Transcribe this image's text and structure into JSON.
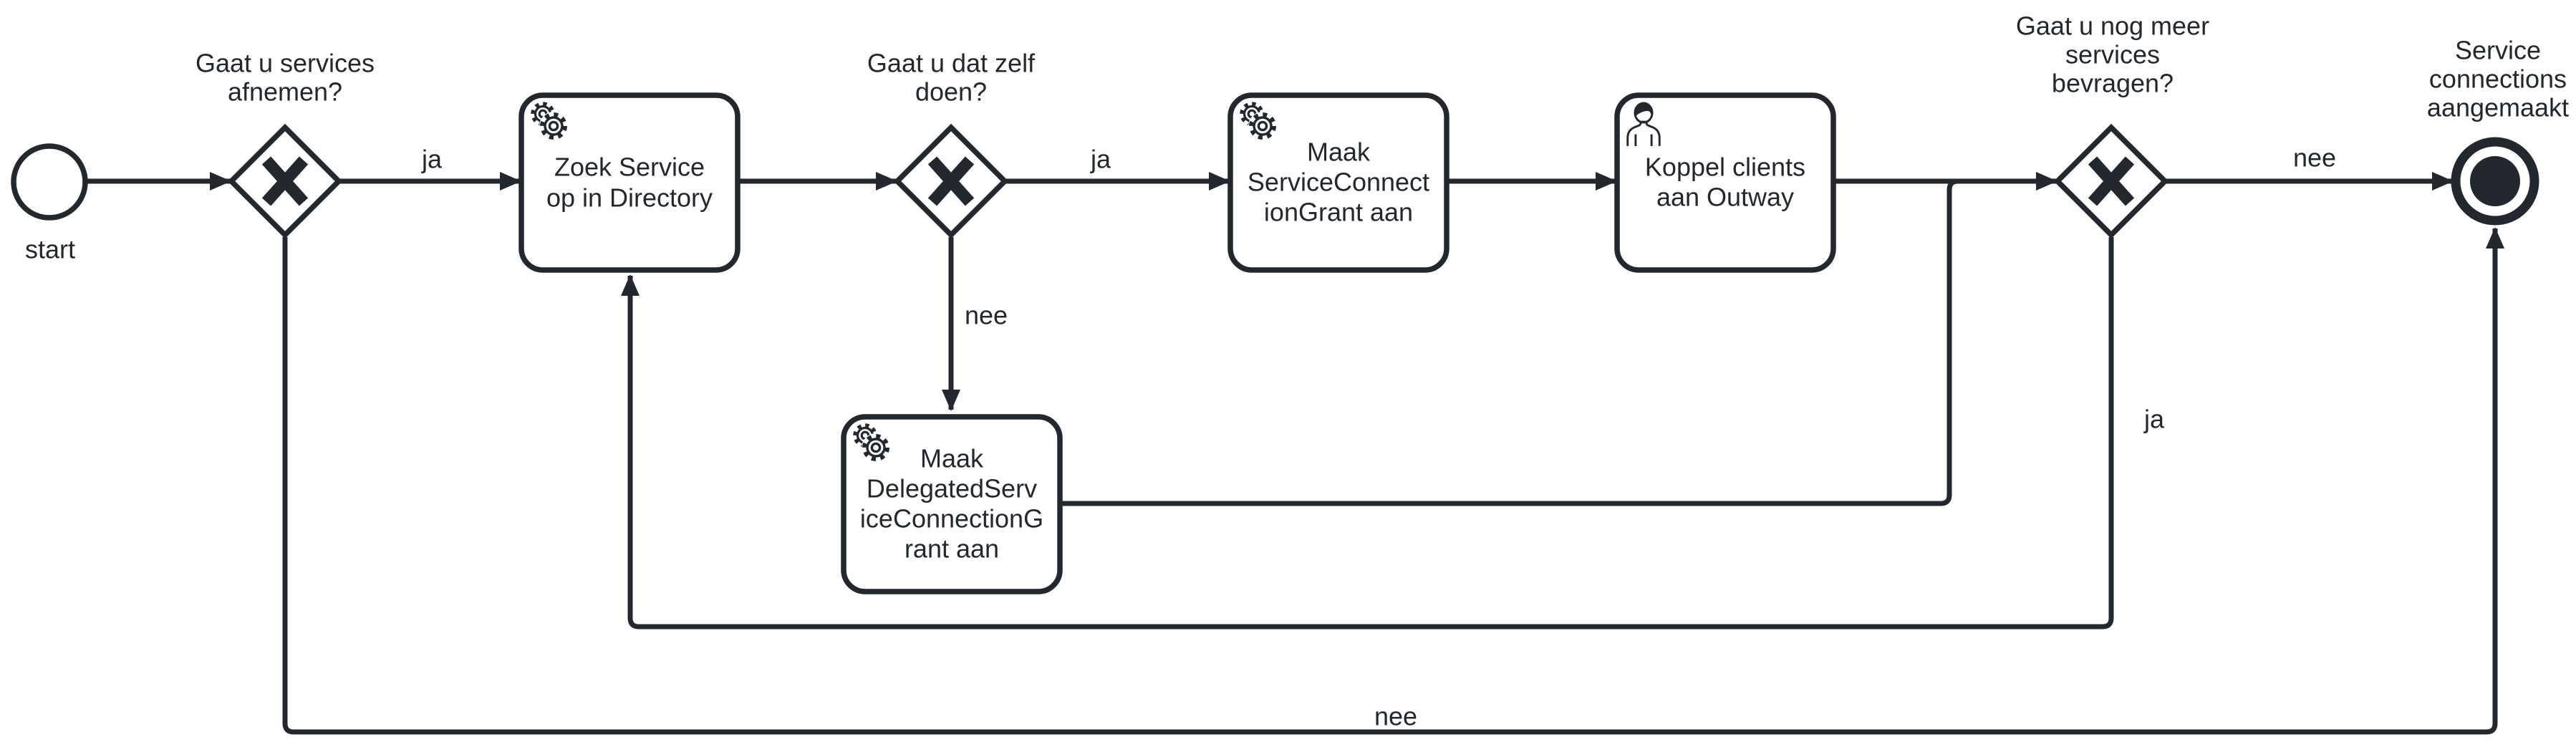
{
  "colors": {
    "stroke": "#23272e",
    "canvas": "#ffffff"
  },
  "start_event": {
    "label": "start"
  },
  "end_event": {
    "label_lines": [
      "Service",
      "connections",
      "aangemaakt"
    ]
  },
  "gateways": [
    {
      "kind": "exclusive",
      "label_lines": [
        "Gaat u services",
        "afnemen?"
      ]
    },
    {
      "kind": "exclusive",
      "label_lines": [
        "Gaat u dat zelf",
        "doen?"
      ]
    },
    {
      "kind": "exclusive",
      "label_lines": [
        "Gaat u nog meer",
        "services",
        "bevragen?"
      ]
    }
  ],
  "tasks": [
    {
      "icon": "gears-icon",
      "label_lines": [
        "Zoek Service",
        "op in Directory"
      ]
    },
    {
      "icon": "gears-icon",
      "label_lines": [
        "Maak",
        "ServiceConnect",
        "ionGrant aan"
      ]
    },
    {
      "icon": "user-icon",
      "label_lines": [
        "Koppel clients",
        "aan Outway"
      ]
    },
    {
      "icon": "gears-icon",
      "label_lines": [
        "Maak",
        "DelegatedServ",
        "iceConnectionG",
        "rant aan"
      ]
    }
  ],
  "flow_labels": {
    "gw1_ja": "ja",
    "gw1_nee": "nee",
    "gw2_ja": "ja",
    "gw2_nee": "nee",
    "gw3_nee": "nee",
    "gw3_ja": "ja"
  }
}
